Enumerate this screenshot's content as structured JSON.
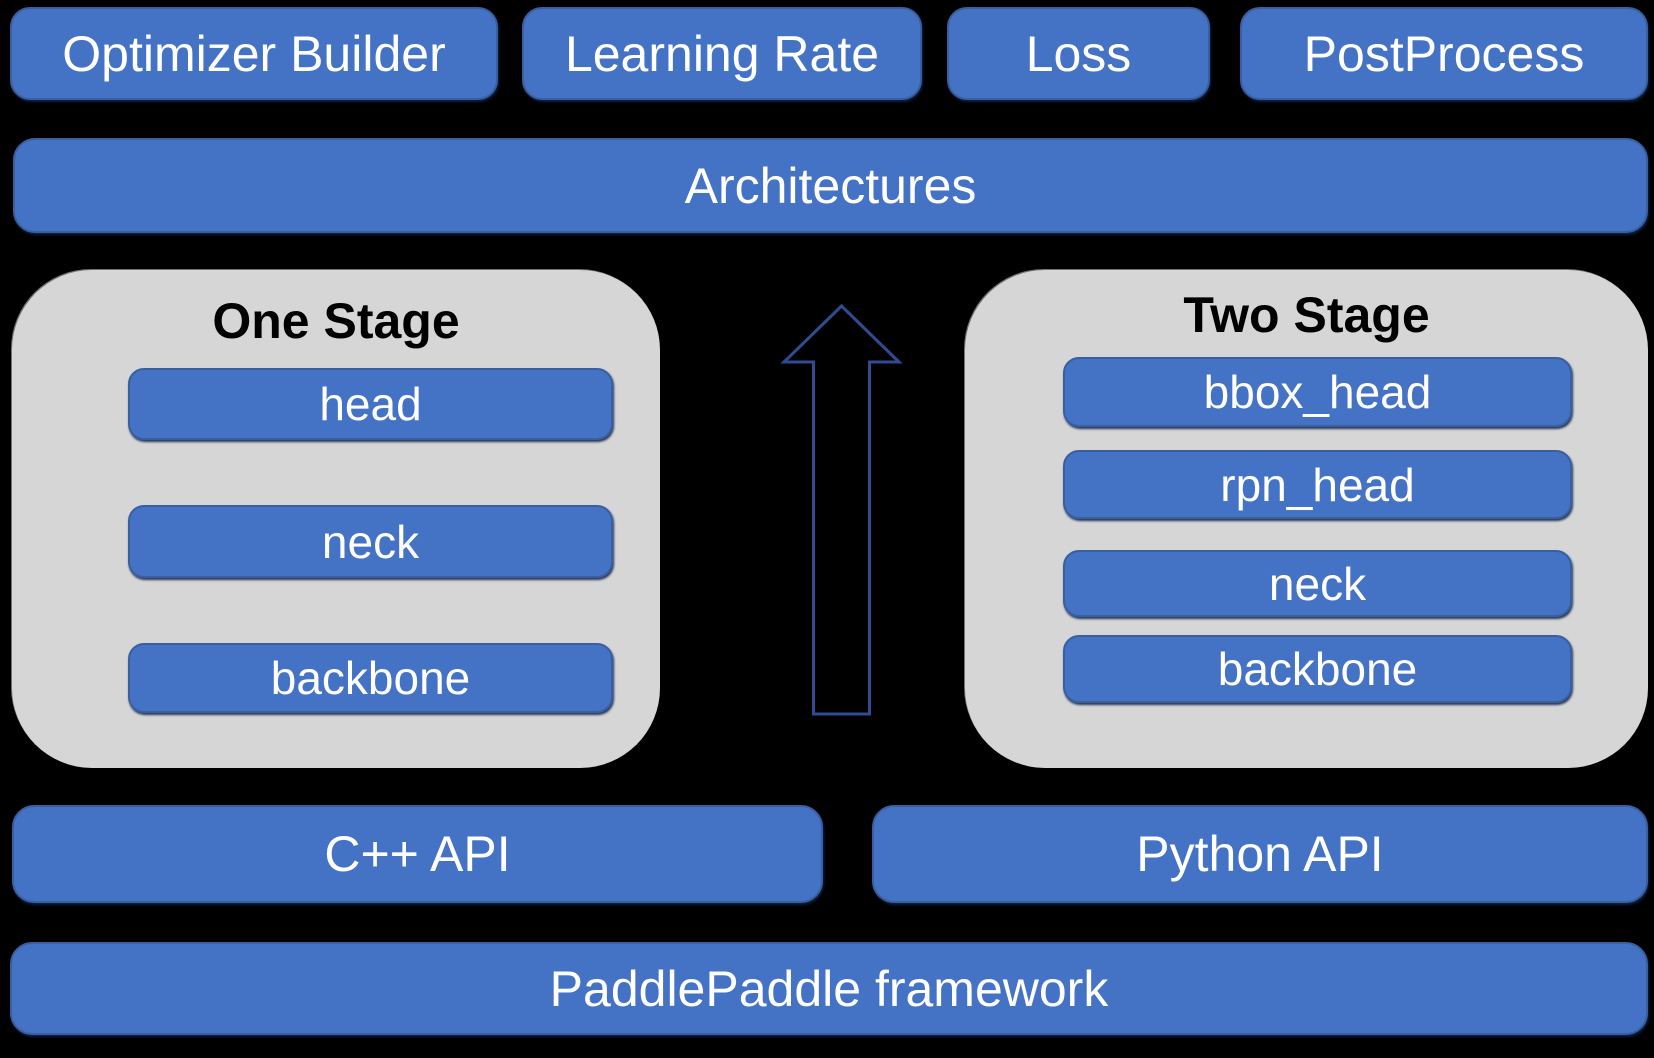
{
  "colors": {
    "background": "#000000",
    "box_fill": "#4472c4",
    "box_border": "#3a5f9f",
    "panel_fill": "#d6d6d6",
    "text_on_blue": "#ffffff",
    "text_on_gray": "#000000",
    "arrow_stroke": "#2e4c8f"
  },
  "top_row": {
    "items": [
      {
        "label": "Optimizer Builder"
      },
      {
        "label": "Learning Rate"
      },
      {
        "label": "Loss"
      },
      {
        "label": "PostProcess"
      }
    ]
  },
  "architectures": {
    "label": "Architectures"
  },
  "panels": {
    "one_stage": {
      "title": "One Stage",
      "layers": [
        {
          "label": "head"
        },
        {
          "label": "neck"
        },
        {
          "label": "backbone"
        }
      ]
    },
    "two_stage": {
      "title": "Two Stage",
      "layers": [
        {
          "label": "bbox_head"
        },
        {
          "label": "rpn_head"
        },
        {
          "label": "neck"
        },
        {
          "label": "backbone"
        }
      ]
    }
  },
  "api_row": {
    "cpp": {
      "label": "C++ API"
    },
    "python": {
      "label": "Python API"
    }
  },
  "framework": {
    "label": "PaddlePaddle framework"
  }
}
